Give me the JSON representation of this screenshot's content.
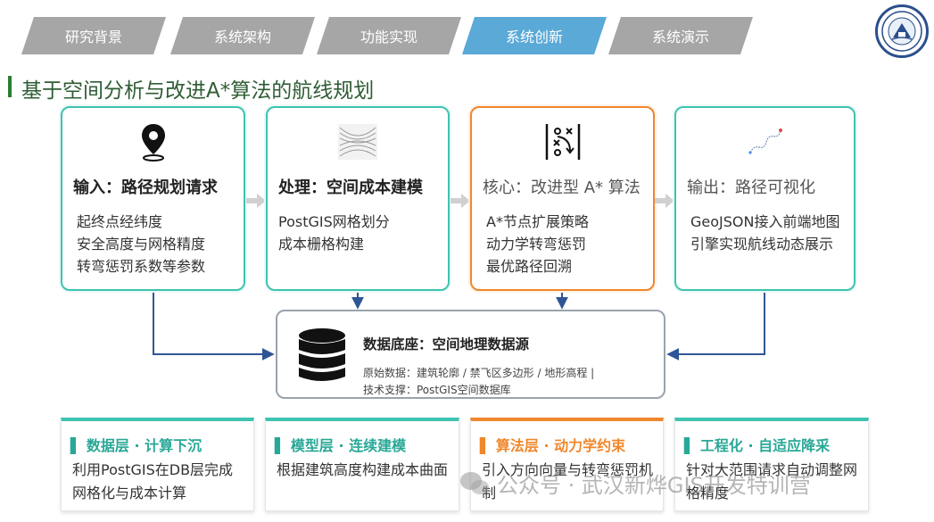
{
  "tabs": [
    {
      "label": "研究背景",
      "active": false
    },
    {
      "label": "系统架构",
      "active": false
    },
    {
      "label": "功能实现",
      "active": false
    },
    {
      "label": "系统创新",
      "active": true
    },
    {
      "label": "系统演示",
      "active": false
    }
  ],
  "page_title": "基于空间分析与改进A*算法的航线规划",
  "steps": [
    {
      "icon": "location-pin-icon",
      "heading": "输入：路径规划请求",
      "lines": [
        "起终点经纬度",
        "安全高度与网格精度",
        "转弯惩罚系数等参数"
      ]
    },
    {
      "icon": "cost-surface-icon",
      "heading": "处理：空间成本建模",
      "lines": [
        "PostGIS网格划分",
        "成本栅格构建"
      ]
    },
    {
      "icon": "strategy-icon",
      "heading": "核心：改进型 A* 算法",
      "lines": [
        "A*节点扩展策略",
        "动力学转弯惩罚",
        "最优路径回溯"
      ]
    },
    {
      "icon": "route-map-icon",
      "heading": "输出：路径可视化",
      "lines": [
        "GeoJSON接入前端地图引擎实现航线动态展示"
      ]
    }
  ],
  "database": {
    "title": "数据底座：空间地理数据源",
    "line1": "原始数据：建筑轮廓 / 禁飞区多边形 / 地形高程 |",
    "line2": "技术支撑：PostGIS空间数据库"
  },
  "features": [
    {
      "heading": "▌ 数据层 · 计算下沉",
      "body": "利用PostGIS在DB层完成网格化与成本计算",
      "accent": "#3ec3b0"
    },
    {
      "heading": "▌ 模型层 · 连续建模",
      "body": "根据建筑高度构建成本曲面",
      "accent": "#3ec3b0"
    },
    {
      "heading": "▌ 算法层 · 动力学约束",
      "body": "引入方向向量与转弯惩罚机制",
      "accent": "#f0872b"
    },
    {
      "heading": "▌ 工程化 · 自适应降采",
      "body": "针对大范围请求自动调整网格精度",
      "accent": "#3ec3b0"
    }
  ],
  "watermark": "公众号 · 武汉新烨GIS开发特训营",
  "colors": {
    "teal": "#3ec3b0",
    "orange": "#f0872b",
    "tab_active": "#5aa9d6",
    "tab_inactive": "#a6a6a6",
    "connector": "#2f5596"
  }
}
